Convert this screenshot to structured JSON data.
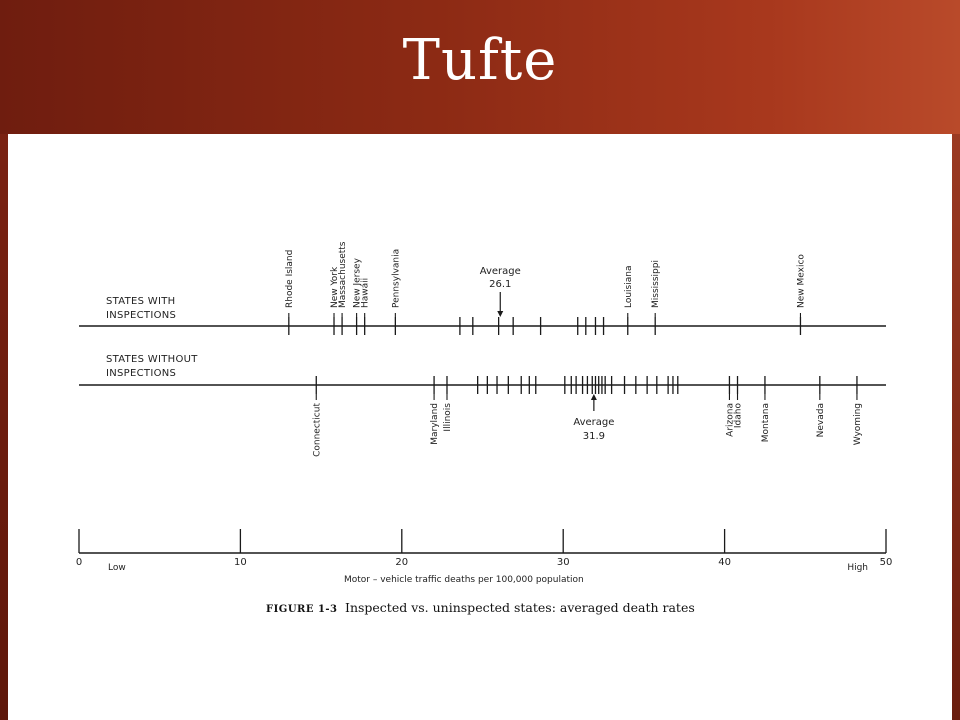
{
  "slide": {
    "title": "Tufte"
  },
  "chart_data": {
    "type": "scatter",
    "caption_label": "FIGURE 1-3",
    "caption": "Inspected vs. uninspected states: averaged death rates",
    "xlabel": "Motor – vehicle traffic deaths per 100,000 population",
    "xlim": [
      0,
      50
    ],
    "xticks": [
      "0",
      "10",
      "20",
      "30",
      "40",
      "50"
    ],
    "low_label": "Low",
    "high_label": "High",
    "series": [
      {
        "name": "STATES WITH INSPECTIONS",
        "label_lines": [
          "STATES WITH",
          "INSPECTIONS"
        ],
        "values": [
          13.0,
          15.8,
          16.3,
          17.2,
          17.7,
          19.6,
          23.6,
          24.4,
          26.0,
          26.9,
          28.6,
          30.9,
          31.4,
          32.0,
          32.5,
          34.0,
          35.7,
          44.7
        ],
        "labeled": [
          {
            "name": "Rhode Island",
            "x": 13.0
          },
          {
            "name": "New York",
            "x": 15.8
          },
          {
            "name": "Massachusetts",
            "x": 16.3
          },
          {
            "name": "New Jersey",
            "x": 17.2
          },
          {
            "name": "Hawaii",
            "x": 17.7
          },
          {
            "name": "Pennsylvania",
            "x": 19.6
          },
          {
            "name": "Louisiana",
            "x": 34.0
          },
          {
            "name": "Mississippi",
            "x": 35.7
          },
          {
            "name": "New Mexico",
            "x": 44.7
          }
        ],
        "average": {
          "label": "Average",
          "value": 26.1,
          "value_label": "26.1"
        }
      },
      {
        "name": "STATES WITHOUT INSPECTIONS",
        "label_lines": [
          "STATES WITHOUT",
          "INSPECTIONS"
        ],
        "values": [
          14.7,
          22.0,
          22.8,
          24.7,
          25.3,
          25.9,
          26.6,
          27.4,
          27.9,
          28.3,
          30.1,
          30.5,
          30.8,
          31.2,
          31.5,
          31.8,
          32.0,
          32.2,
          32.4,
          32.6,
          33.0,
          33.8,
          34.5,
          35.2,
          35.8,
          36.5,
          36.8,
          37.1,
          40.3,
          40.8,
          42.5,
          45.9,
          48.2
        ],
        "labeled": [
          {
            "name": "Connecticut",
            "x": 14.7
          },
          {
            "name": "Maryland",
            "x": 22.0
          },
          {
            "name": "Illinois",
            "x": 22.8
          },
          {
            "name": "Arizona",
            "x": 40.3
          },
          {
            "name": "Idaho",
            "x": 40.8
          },
          {
            "name": "Montana",
            "x": 42.5
          },
          {
            "name": "Nevada",
            "x": 45.9
          },
          {
            "name": "Wyoming",
            "x": 48.2
          }
        ],
        "average": {
          "label": "Average",
          "value": 31.9,
          "value_label": "31.9"
        }
      }
    ]
  }
}
